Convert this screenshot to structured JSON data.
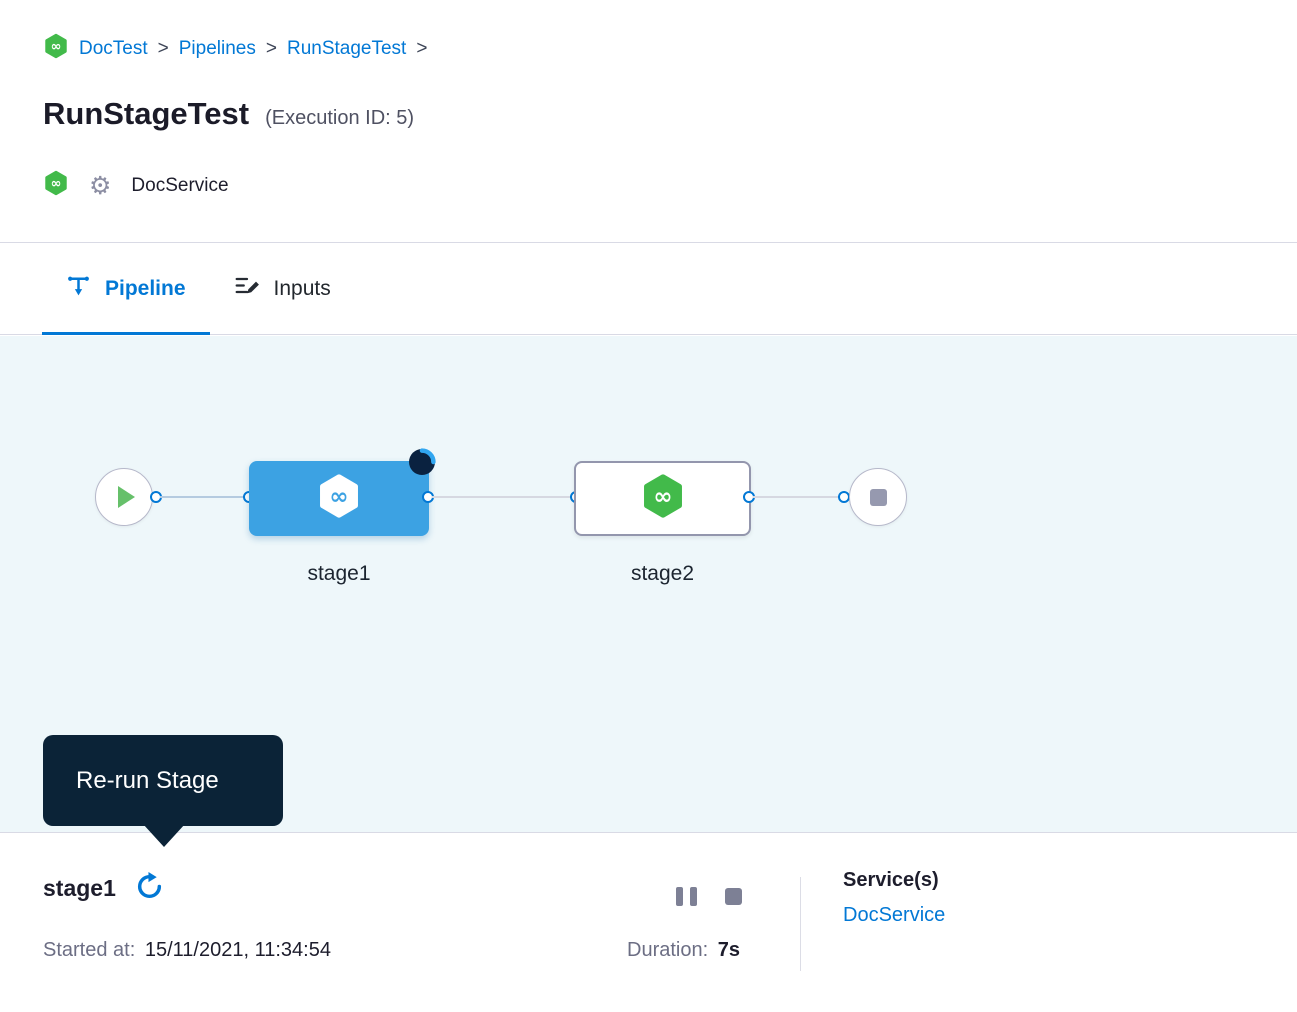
{
  "colors": {
    "primary_blue": "#0278d5",
    "running_stage_blue": "#3ca2e3",
    "harness_green": "#42ba4a",
    "tooltip_navy": "#0b2337",
    "canvas_background": "#eef7fa",
    "muted_gray": "#6c6e84"
  },
  "icons": {
    "gear": "⚙",
    "harness_glyph": "∞"
  },
  "breadcrumb": {
    "separator": ">",
    "items": [
      {
        "label": "DocTest"
      },
      {
        "label": "Pipelines"
      },
      {
        "label": "RunStageTest"
      }
    ]
  },
  "header": {
    "title": "RunStageTest",
    "execution_id": "(Execution ID: 5)",
    "service": "DocService"
  },
  "tabs": [
    {
      "label": "Pipeline",
      "active": true
    },
    {
      "label": "Inputs",
      "active": false
    }
  ],
  "pipeline": {
    "stages": [
      {
        "name": "stage1",
        "status": "running"
      },
      {
        "name": "stage2",
        "status": "not-started"
      }
    ]
  },
  "tooltip": {
    "label": "Re-run Stage"
  },
  "footer": {
    "stage_name": "stage1",
    "started_label": "Started at:",
    "started_value": "15/11/2021, 11:34:54",
    "duration_label": "Duration:",
    "duration_value": "7s",
    "services_label": "Service(s)",
    "service_link": "DocService"
  }
}
